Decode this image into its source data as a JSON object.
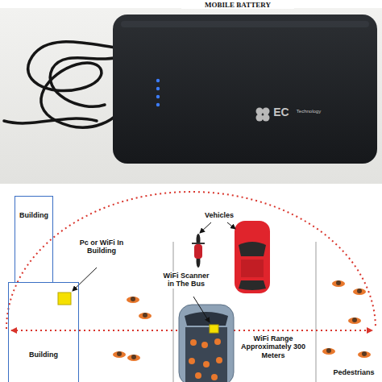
{
  "diagram": {
    "nodes": [
      {
        "text": [
          "Building"
        ]
      },
      {
        "text": [
          "Building"
        ]
      }
    ],
    "labels": [
      "MOBILE BATTERY",
      "EC",
      "Technology",
      "Pc or WiFi In Building",
      "Vehicles",
      "WiFi Scanner in The Bus",
      "WiFi Range Approximately 300 Meters",
      "Pedestrians"
    ]
  }
}
